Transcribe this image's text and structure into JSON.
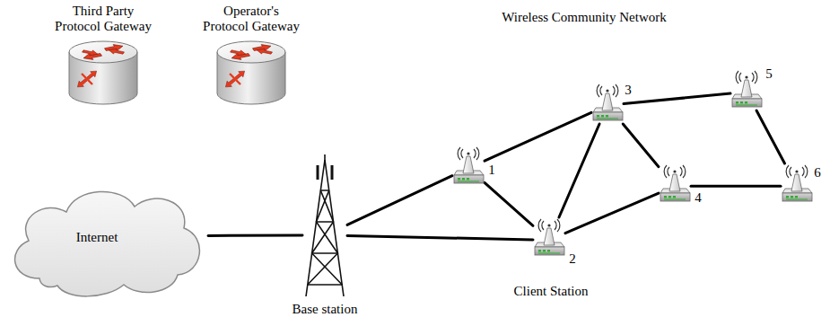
{
  "diagram": {
    "nodes": [
      {
        "text": [
          "Third Party Protocol Gateway"
        ]
      },
      {
        "text": [
          "Operator's Protocol Gateway"
        ]
      },
      {
        "text": [
          "Internet"
        ]
      },
      {
        "text": [
          "Base station"
        ]
      },
      {
        "text": [
          "1"
        ]
      },
      {
        "text": [
          "2",
          "Client Station"
        ]
      },
      {
        "text": [
          "3"
        ]
      },
      {
        "text": [
          "4"
        ]
      },
      {
        "text": [
          "5"
        ]
      },
      {
        "text": [
          "6"
        ]
      }
    ],
    "edges": [
      {
        "from": 2,
        "to": 3,
        "arrow": "none"
      },
      {
        "from": 3,
        "to": 4,
        "arrow": "none"
      },
      {
        "from": 3,
        "to": 5,
        "arrow": "none"
      },
      {
        "from": 4,
        "to": 6,
        "arrow": "none"
      },
      {
        "from": 4,
        "to": 5,
        "arrow": "none"
      },
      {
        "from": 5,
        "to": 6,
        "arrow": "none"
      },
      {
        "from": 6,
        "to": 7,
        "arrow": "none"
      },
      {
        "from": 5,
        "to": 7,
        "arrow": "none"
      },
      {
        "from": 6,
        "to": 8,
        "arrow": "none"
      },
      {
        "from": 8,
        "to": 9,
        "arrow": "none"
      },
      {
        "from": 7,
        "to": 9,
        "arrow": "none"
      }
    ],
    "labels": [
      "Wireless Community Network"
    ]
  }
}
